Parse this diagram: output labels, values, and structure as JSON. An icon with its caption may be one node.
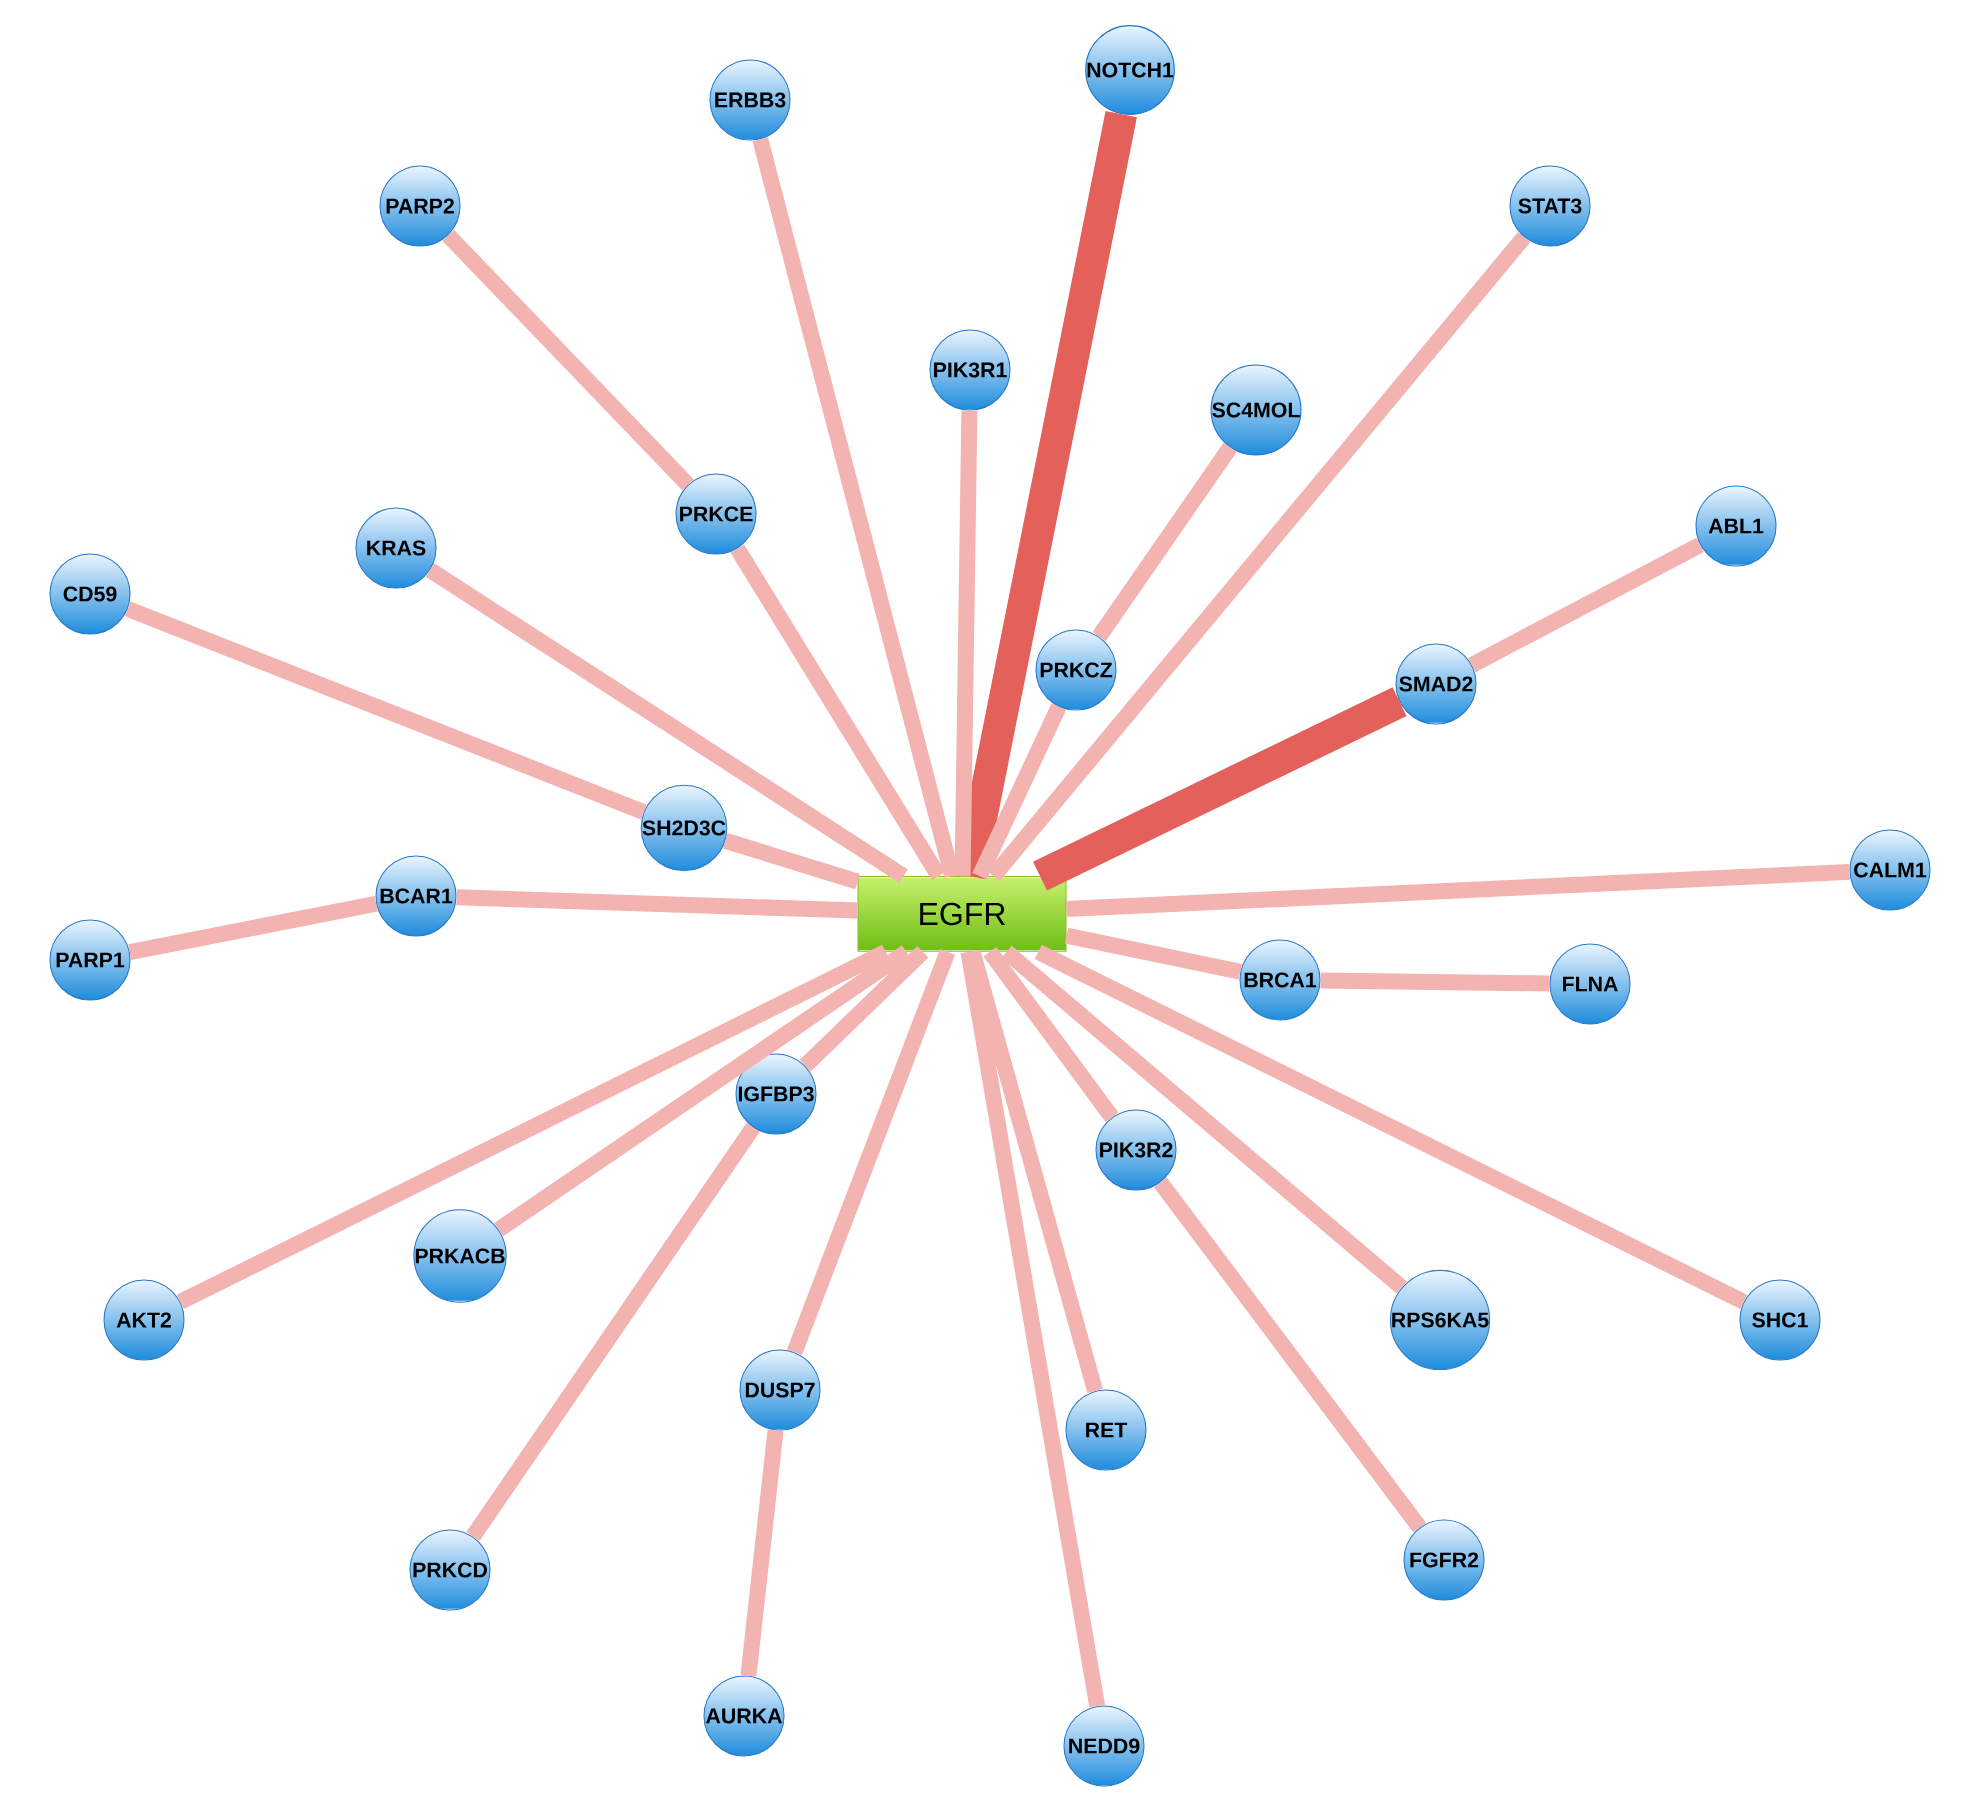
{
  "diagram": {
    "nodes": [
      {
        "text": [
          "NOTCH1"
        ]
      },
      {
        "text": [
          "ERBB3"
        ]
      },
      {
        "text": [
          "PARP2"
        ]
      },
      {
        "text": [
          "STAT3"
        ]
      },
      {
        "text": [
          "PIK3R1"
        ]
      },
      {
        "text": [
          "SC4MOL"
        ]
      },
      {
        "text": [
          "PRKCE"
        ]
      },
      {
        "text": [
          "ABL1"
        ]
      },
      {
        "text": [
          "KRAS"
        ]
      },
      {
        "text": [
          "CD59"
        ]
      },
      {
        "text": [
          "PRKCZ"
        ]
      },
      {
        "text": [
          "SMAD2"
        ]
      },
      {
        "text": [
          "SH2D3C"
        ]
      },
      {
        "text": [
          "CALM1"
        ]
      },
      {
        "text": [
          "EGFR"
        ]
      },
      {
        "text": [
          "BCAR1"
        ]
      },
      {
        "text": [
          "PARP1"
        ]
      },
      {
        "text": [
          "BRCA1"
        ]
      },
      {
        "text": [
          "FLNA"
        ]
      },
      {
        "text": [
          "IGFBP3"
        ]
      },
      {
        "text": [
          "PIK3R2"
        ]
      },
      {
        "text": [
          "PRKACB"
        ]
      },
      {
        "text": [
          "AKT2"
        ]
      },
      {
        "text": [
          "RPS6KA5"
        ]
      },
      {
        "text": [
          "SHC1"
        ]
      },
      {
        "text": [
          "DUSP7"
        ]
      },
      {
        "text": [
          "RET"
        ]
      },
      {
        "text": [
          "PRKCD"
        ]
      },
      {
        "text": [
          "FGFR2"
        ]
      },
      {
        "text": [
          "AURKA"
        ]
      },
      {
        "text": [
          "NEDD9"
        ]
      }
    ],
    "edges": [
      {
        "from": 14,
        "to": 0,
        "arrow": "none",
        "style": "thick",
        "color": "#e3605b"
      },
      {
        "from": 14,
        "to": 1,
        "arrow": "none"
      },
      {
        "from": 14,
        "to": 6,
        "arrow": "none"
      },
      {
        "from": 6,
        "to": 2,
        "arrow": "none"
      },
      {
        "from": 14,
        "to": 3,
        "arrow": "none"
      },
      {
        "from": 14,
        "to": 4,
        "arrow": "none"
      },
      {
        "from": 14,
        "to": 10,
        "arrow": "none"
      },
      {
        "from": 10,
        "to": 5,
        "arrow": "none"
      },
      {
        "from": 14,
        "to": 11,
        "arrow": "none",
        "style": "thick",
        "color": "#e3605b"
      },
      {
        "from": 11,
        "to": 7,
        "arrow": "none"
      },
      {
        "from": 14,
        "to": 8,
        "arrow": "none"
      },
      {
        "from": 14,
        "to": 12,
        "arrow": "none"
      },
      {
        "from": 12,
        "to": 9,
        "arrow": "none"
      },
      {
        "from": 14,
        "to": 13,
        "arrow": "none"
      },
      {
        "from": 14,
        "to": 15,
        "arrow": "none"
      },
      {
        "from": 15,
        "to": 16,
        "arrow": "none"
      },
      {
        "from": 14,
        "to": 17,
        "arrow": "none"
      },
      {
        "from": 17,
        "to": 18,
        "arrow": "none"
      },
      {
        "from": 14,
        "to": 19,
        "arrow": "none"
      },
      {
        "from": 19,
        "to": 27,
        "arrow": "none"
      },
      {
        "from": 14,
        "to": 20,
        "arrow": "none"
      },
      {
        "from": 20,
        "to": 28,
        "arrow": "none"
      },
      {
        "from": 14,
        "to": 21,
        "arrow": "none"
      },
      {
        "from": 14,
        "to": 22,
        "arrow": "none"
      },
      {
        "from": 14,
        "to": 23,
        "arrow": "none"
      },
      {
        "from": 14,
        "to": 24,
        "arrow": "none"
      },
      {
        "from": 14,
        "to": 25,
        "arrow": "none"
      },
      {
        "from": 25,
        "to": 29,
        "arrow": "none"
      },
      {
        "from": 14,
        "to": 26,
        "arrow": "none"
      },
      {
        "from": 14,
        "to": 30,
        "arrow": "none"
      }
    ]
  }
}
